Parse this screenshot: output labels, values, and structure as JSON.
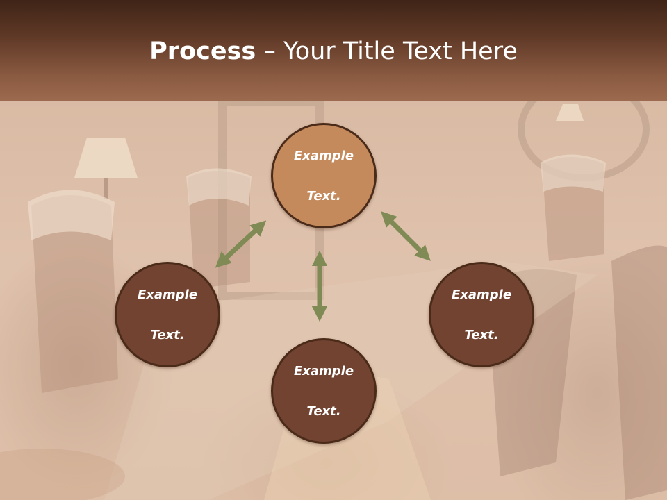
{
  "slide": {
    "title_bold": "Process",
    "title_rest": " – Your Title Text Here"
  },
  "diagram": {
    "nodes": [
      {
        "id": "top",
        "line1": "Example",
        "line2": "Text.",
        "color": "#c48a5c"
      },
      {
        "id": "left",
        "line1": "Example",
        "line2": "Text.",
        "color": "#714330"
      },
      {
        "id": "bottom",
        "line1": "Example",
        "line2": "Text.",
        "color": "#714330"
      },
      {
        "id": "right",
        "line1": "Example",
        "line2": "Text.",
        "color": "#714330"
      }
    ],
    "arrow_color": "#7f8a55",
    "border_color": "#4a2a19"
  },
  "colors": {
    "title_band_top": "#3f2417",
    "title_band_bottom": "#9c6a4e",
    "title_text": "#ffffff"
  }
}
